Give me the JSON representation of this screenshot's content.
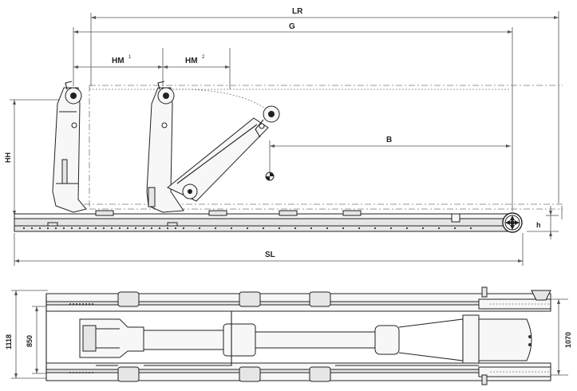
{
  "dimensions": {
    "LR": "LR",
    "G": "G",
    "HM1": "HM",
    "HM1_sup": "1",
    "HM2": "HM",
    "HM2_sup": "2",
    "B": "B",
    "HH": "HH",
    "SL": "SL",
    "h": "h",
    "width_outer": "1118",
    "width_inner": "850",
    "width_right": "1070"
  }
}
